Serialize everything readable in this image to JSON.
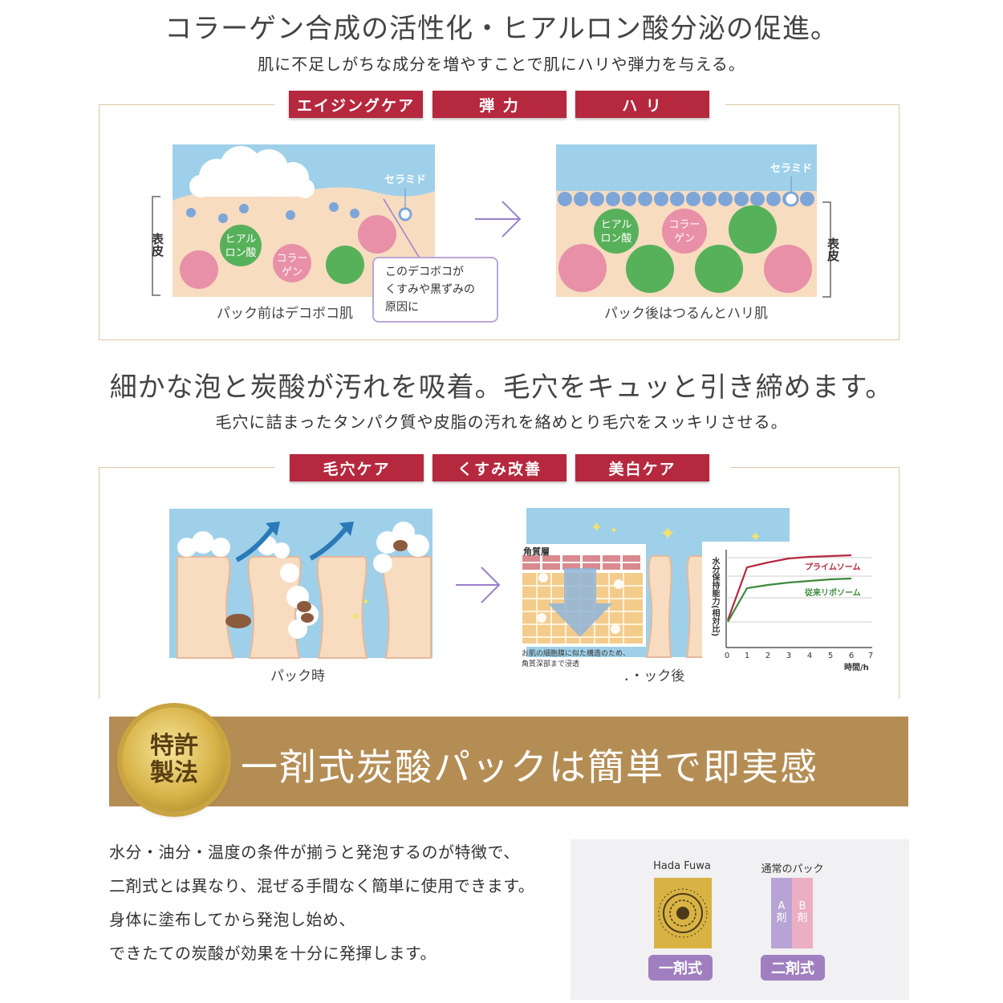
{
  "section1": {
    "title": "コラーゲン合成の活性化・ヒアルロン酸分泌の促進。",
    "subtitle": "肌に不足しがちな成分を増やすことで肌にハリや弾力を与える。",
    "tags": [
      "エイジングケア",
      "弾 力",
      "ハ リ"
    ],
    "before": {
      "caption": "パック前はデコボコ肌",
      "side_label": "表皮",
      "ceramide": "セラミド",
      "hyaluronic": "ヒアル\nロン酸",
      "collagen": "コラー\nゲン",
      "callout": [
        "このデコボコが",
        "くすみや黒ずみの",
        "原因に"
      ]
    },
    "after": {
      "caption": "パック後はつるんとハリ肌",
      "side_label": "表皮",
      "ceramide": "セラミド",
      "hyaluronic": "ヒアル\nロン酸",
      "collagen": "コラー\nゲン"
    }
  },
  "section2": {
    "title": "細かな泡と炭酸が汚れを吸着。毛穴をキュッと引き締めます。",
    "subtitle": "毛穴に詰まったタンパク質や皮脂の汚れを絡めとり毛穴をスッキリさせる。",
    "tags": [
      "毛穴ケア",
      "くすみ改善",
      "美白ケア"
    ],
    "during_caption": "パック時",
    "after_caption": "．・ック後",
    "layer_label": "角質層",
    "layer_note": [
      "お肌の細胞膜に似た構造のため、",
      "角質深部まで浸透"
    ],
    "graph": {
      "ylabel": "水分保持能力(相対比)",
      "xlabel": "時間/h",
      "xticks": [
        "0",
        "1",
        "2",
        "3",
        "4",
        "5",
        "6",
        "7"
      ],
      "series": [
        {
          "name": "プライムソーム",
          "color": "#b5283e"
        },
        {
          "name": "従来リポソーム",
          "color": "#3d8a3d"
        }
      ]
    }
  },
  "section3": {
    "medal": [
      "特許",
      "製法"
    ],
    "banner": "一剤式炭酸パックは簡単で即実感",
    "body": [
      "水分・油分・温度の条件が揃うと発泡するのが特徴で、",
      "二剤式とは異なり、混ぜる手間なく簡単に使用できます。",
      "身体に塗布してから発泡し始め、",
      "できたての炭酸が効果を十分に発揮します。"
    ],
    "left_product": {
      "name": "Hada Fuwa",
      "pill": "一剤式"
    },
    "right_product": {
      "name": "通常のパック",
      "a": "A\n剤",
      "b": "B\n剤",
      "pill": "二剤式"
    }
  }
}
